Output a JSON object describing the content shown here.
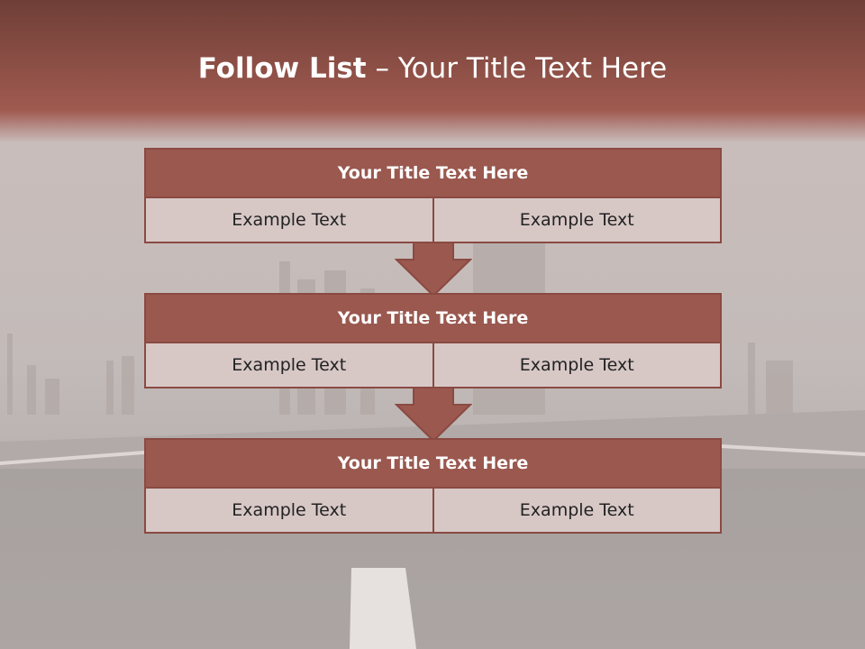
{
  "slide": {
    "title_bold": "Follow List",
    "title_rest": " – Your Title Text Here"
  },
  "colors": {
    "header_fill": "#9a584f",
    "cell_fill": "#d7c8c6",
    "border": "#8a4a42"
  },
  "blocks": [
    {
      "title": "Your Title Text Here",
      "left_text": "Example Text",
      "right_text": "Example Text"
    },
    {
      "title": "Your Title Text Here",
      "left_text": "Example Text",
      "right_text": "Example Text"
    },
    {
      "title": "Your Title Text Here",
      "left_text": "Example Text",
      "right_text": "Example Text"
    }
  ]
}
